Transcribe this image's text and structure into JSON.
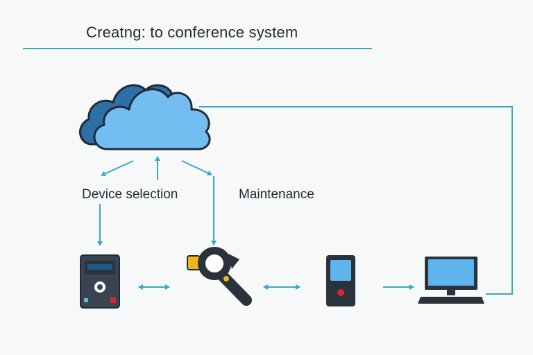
{
  "title": "Creatng: to conference system",
  "labels": {
    "device_selection": "Device selection",
    "maintenance": "Maintenance"
  },
  "icons": {
    "cloud": "cloud-icon",
    "server": "server-icon",
    "tool": "wrench-icon",
    "phone": "mobile-device-icon",
    "computer": "desktop-computer-icon"
  },
  "colors": {
    "accent_line": "#3aa6c8",
    "cloud_front": "#74bdf0",
    "cloud_back": "#2f6fa8",
    "outline": "#1d2b3a",
    "device_dark": "#3a4450",
    "screen": "#5fb4ee",
    "key_yellow": "#f2b51c",
    "red_dot": "#d9262c"
  }
}
